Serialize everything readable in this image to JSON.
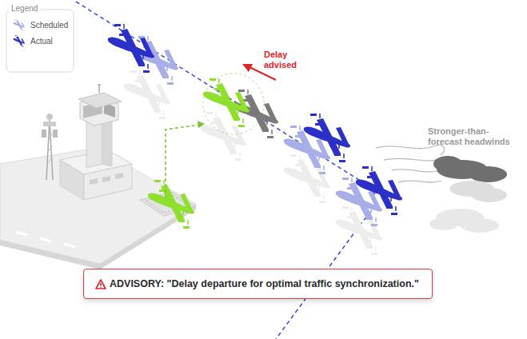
{
  "diagram": {
    "nodes": [
      {
        "text": [
          "ADVISORY: \"Delay departure for optimal traffic synchronization.\""
        ]
      }
    ],
    "labels": [
      "Legend",
      "Delay advised",
      "Stronger-than-forecast headwinds"
    ],
    "legend": [
      {
        "text": "Scheduled"
      },
      {
        "text": "Actual"
      }
    ]
  }
}
